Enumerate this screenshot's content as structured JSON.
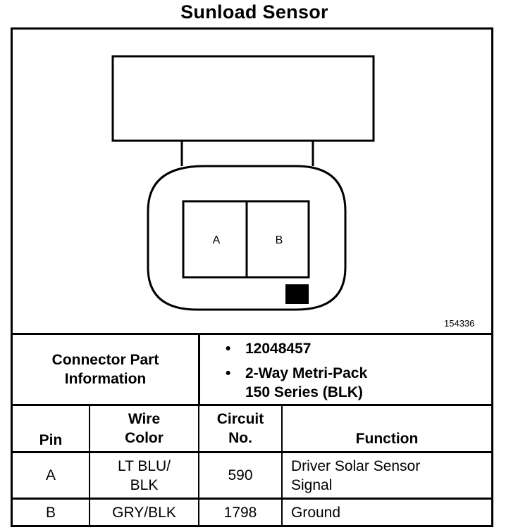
{
  "title": "Sunload Sensor",
  "figure_number": "154336",
  "pins_in_connector": [
    {
      "label": "A"
    },
    {
      "label": "B"
    }
  ],
  "connector_info": {
    "label_line1": "Connector Part",
    "label_line2": "Information",
    "bullet1": "12048457",
    "bullet2_line1": "2-Way Metri-Pack",
    "bullet2_line2": "150 Series (BLK)",
    "bullet_glyph": "•"
  },
  "table": {
    "headers": {
      "pin": "Pin",
      "wire_line1": "Wire",
      "wire_line2": "Color",
      "circuit_line1": "Circuit",
      "circuit_line2": "No.",
      "function": "Function"
    },
    "rows": [
      {
        "pin": "A",
        "wire_line1": "LT BLU/",
        "wire_line2": "BLK",
        "circuit": "590",
        "function_line1": "Driver Solar Sensor",
        "function_line2": "Signal"
      },
      {
        "pin": "B",
        "wire_line1": "GRY/BLK",
        "wire_line2": "",
        "circuit": "1798",
        "function_line1": "Ground",
        "function_line2": ""
      }
    ]
  }
}
